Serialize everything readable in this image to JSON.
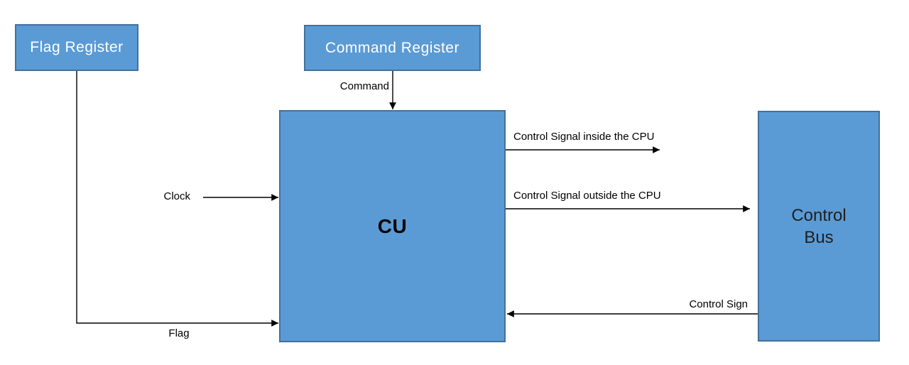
{
  "diagram": {
    "background": "#ffffff",
    "colors": {
      "node_fill": "#5b9bd5",
      "node_border": "#41719c",
      "node_text_light": "#ffffff",
      "node_text_dark": "#1f1f1f",
      "connector": "#000000",
      "label_text": "#000000"
    },
    "nodes": {
      "flag_register": {
        "label": "Flag Register"
      },
      "command_register": {
        "label": "Command Register"
      },
      "cu": {
        "label": "CU"
      },
      "control_bus": {
        "label": "Control Bus"
      }
    },
    "edges": {
      "command": {
        "label": "Command",
        "from": "command_register",
        "to": "cu"
      },
      "clock": {
        "label": "Clock",
        "to": "cu"
      },
      "flag": {
        "label": "Flag",
        "from": "flag_register",
        "to": "cu"
      },
      "control_signal_inside": {
        "label": "Control Signal inside the CPU",
        "from": "cu"
      },
      "control_signal_outside": {
        "label": "Control Signal outside the CPU",
        "from": "cu",
        "to": "control_bus"
      },
      "control_sign": {
        "label": "Control Sign",
        "from": "control_bus",
        "to": "cu"
      }
    }
  }
}
